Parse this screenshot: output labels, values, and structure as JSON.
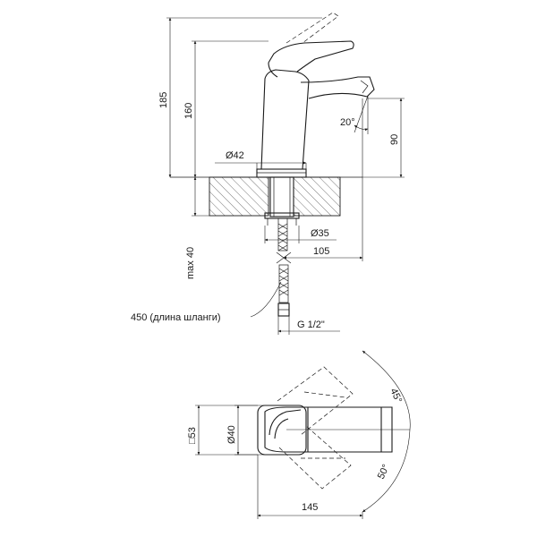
{
  "dimensions": {
    "height_total": "185",
    "height_spout": "160",
    "spout_clearance": "90",
    "spout_angle": "20°",
    "base_diameter": "Ø42",
    "mount_diameter": "Ø35",
    "reach": "105",
    "max_thickness": "max 40",
    "hose_length": "450 (длина шланги)",
    "thread": "G 1/2\"",
    "handle_angle_1": "45°",
    "handle_angle_2": "50°",
    "top_diameter": "Ø40",
    "square_size": "□53",
    "top_length": "145"
  }
}
